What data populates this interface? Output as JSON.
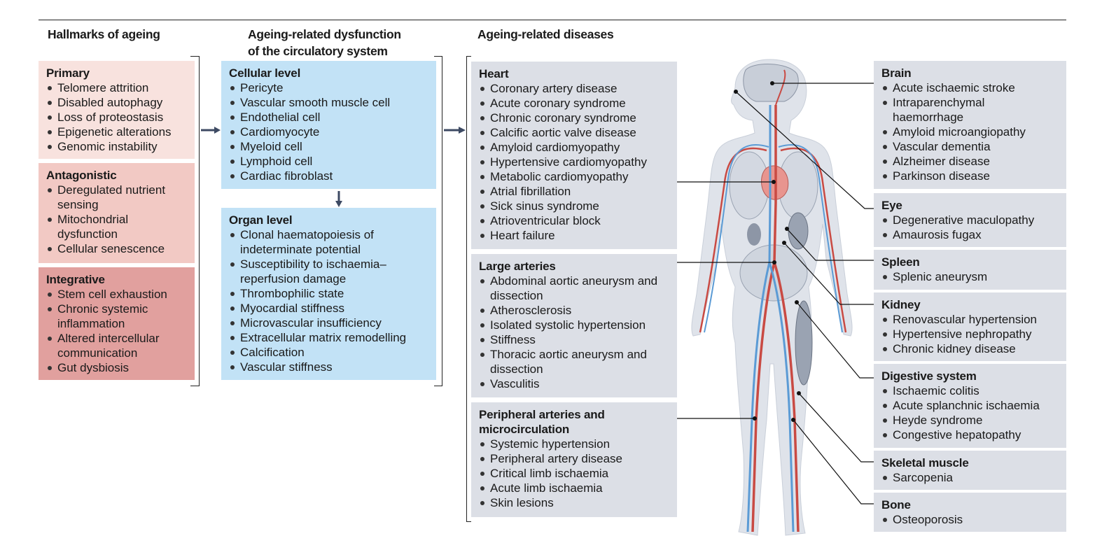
{
  "headings": {
    "hallmarks": "Hallmarks of ageing",
    "dysfunction_line1": "Ageing-related dysfunction",
    "dysfunction_line2": "of the circulatory system",
    "diseases": "Ageing-related diseases"
  },
  "hallmarks": [
    {
      "title": "Primary",
      "items": [
        "Telomere attrition",
        "Disabled autophagy",
        "Loss of proteostasis",
        "Epigenetic alterations",
        "Genomic instability"
      ]
    },
    {
      "title": "Antagonistic",
      "items": [
        "Deregulated nutrient sensing",
        "Mitochondrial dysfunction",
        "Cellular senescence"
      ]
    },
    {
      "title": "Integrative",
      "items": [
        "Stem cell exhaustion",
        "Chronic systemic inflammation",
        "Altered intercellular communication",
        "Gut dysbiosis"
      ]
    }
  ],
  "dysfunction": [
    {
      "title": "Cellular level",
      "items": [
        "Pericyte",
        "Vascular smooth muscle cell",
        "Endothelial cell",
        "Cardiomyocyte",
        "Myeloid cell",
        "Lymphoid cell",
        "Cardiac fibroblast"
      ]
    },
    {
      "title": "Organ level",
      "items": [
        "Clonal haematopoiesis of indeterminate potential",
        "Susceptibility to ischaemia–reperfusion damage",
        "Thrombophilic state",
        "Myocardial stiffness",
        "Microvascular insufficiency",
        "Extracellular matrix remodelling",
        "Calcification",
        "Vascular stiffness"
      ]
    }
  ],
  "diseases_left": [
    {
      "title": "Heart",
      "items": [
        "Coronary artery disease",
        "Acute coronary syndrome",
        "Chronic coronary syndrome",
        "Calcific aortic valve disease",
        "Amyloid cardiomyopathy",
        "Hypertensive cardiomyopathy",
        "Metabolic cardiomyopathy",
        "Atrial fibrillation",
        "Sick sinus syndrome",
        "Atrioventricular block",
        "Heart failure"
      ]
    },
    {
      "title": "Large arteries",
      "items": [
        "Abdominal aortic aneurysm and dissection",
        "Atherosclerosis",
        "Isolated systolic hypertension",
        "Stiffness",
        "Thoracic aortic aneurysm and dissection",
        "Vasculitis"
      ]
    },
    {
      "title": "Peripheral arteries and microcirculation",
      "items": [
        "Systemic hypertension",
        "Peripheral artery disease",
        "Critical limb ischaemia",
        "Acute limb ischaemia",
        "Skin lesions"
      ]
    }
  ],
  "diseases_right": [
    {
      "title": "Brain",
      "items": [
        "Acute ischaemic stroke",
        "Intraparenchymal haemorrhage",
        "Amyloid microangiopathy",
        "Vascular dementia",
        "Alzheimer disease",
        "Parkinson disease"
      ]
    },
    {
      "title": "Eye",
      "items": [
        "Degenerative maculopathy",
        "Amaurosis fugax"
      ]
    },
    {
      "title": "Spleen",
      "items": [
        "Splenic aneurysm"
      ]
    },
    {
      "title": "Kidney",
      "items": [
        "Renovascular hypertension",
        "Hypertensive nephropathy",
        "Chronic kidney disease"
      ]
    },
    {
      "title": "Digestive system",
      "items": [
        "Ischaemic colitis",
        "Acute splanchnic ischaemia",
        "Heyde syndrome",
        "Congestive hepatopathy"
      ]
    },
    {
      "title": "Skeletal muscle",
      "items": [
        "Sarcopenia"
      ]
    },
    {
      "title": "Bone",
      "items": [
        "Osteoporosis"
      ]
    }
  ],
  "colors": {
    "primary": "#f8e2de",
    "antagonistic": "#f2c9c4",
    "integrative": "#e1a09e",
    "circulatory": "#c2e2f6",
    "disease": "#dcdfe6",
    "artery": "#c94a43",
    "vein": "#5b9bd5",
    "arrow": "#3d4a63"
  }
}
